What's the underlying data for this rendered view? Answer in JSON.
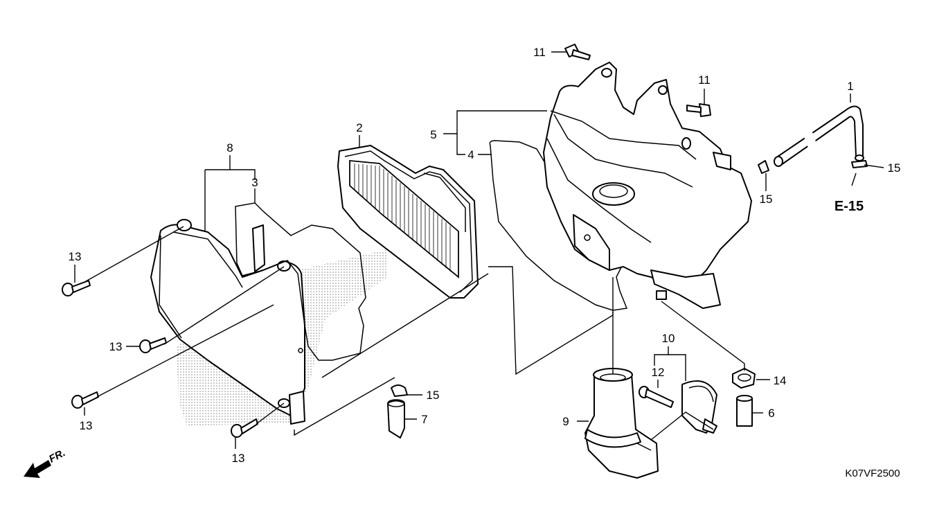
{
  "callouts": {
    "c1": "1",
    "c2": "2",
    "c3": "3",
    "c4": "4",
    "c5": "5",
    "c6": "6",
    "c7": "7",
    "c8": "8",
    "c9": "9",
    "c10": "10",
    "c11a": "11",
    "c11b": "11",
    "c12": "12",
    "c13a": "13",
    "c13b": "13",
    "c13c": "13",
    "c13d": "13",
    "c14": "14",
    "c15a": "15",
    "c15b": "15",
    "c15c": "15"
  },
  "section_ref": "E-15",
  "direction_label": "FR.",
  "diagram_code": "K07VF2500"
}
